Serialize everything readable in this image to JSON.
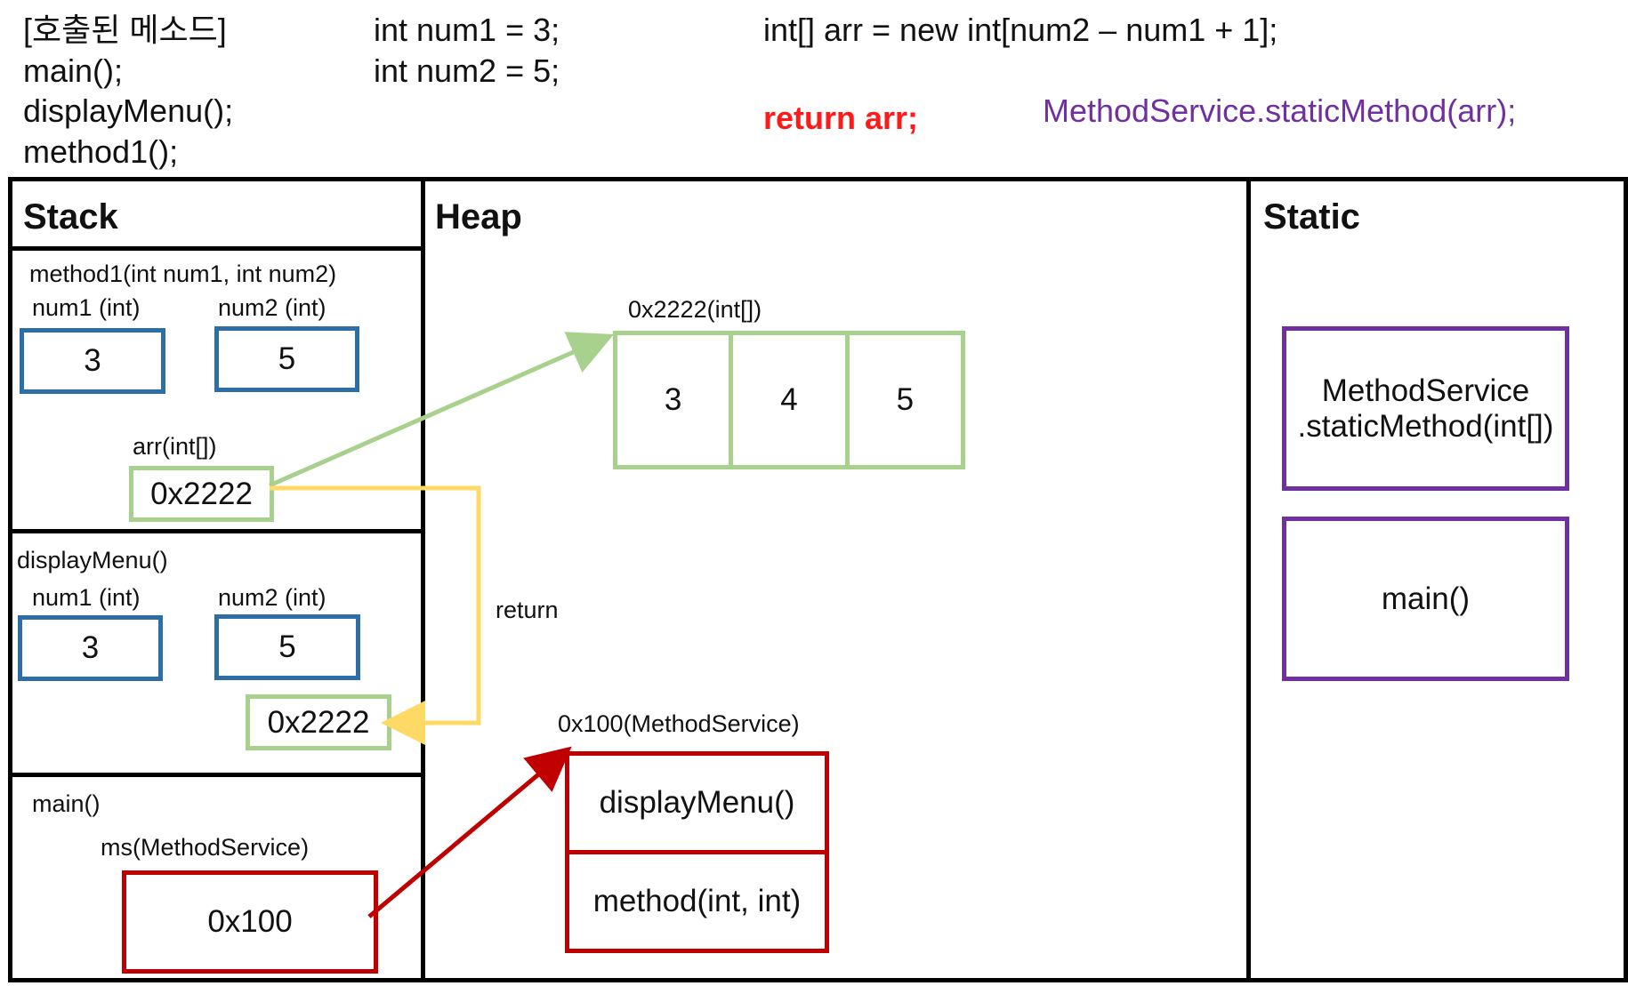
{
  "header": {
    "col1": [
      "[호출된 메소드]",
      "main();",
      "displayMenu();",
      "method1();"
    ],
    "col2": [
      "int num1 = 3;",
      "int num2 = 5;"
    ],
    "array_decl": "int[] arr = new int[num2 – num1 + 1];",
    "return_stmt": "return arr;",
    "static_call": "MethodService.staticMethod(arr);"
  },
  "colors": {
    "primitive": "#2e6ea6",
    "reference": "#a9d18e",
    "object": "#c00000",
    "static": "#7030a0",
    "return_arrow": "#ffd966",
    "return_stmt": "#ff1a1a"
  },
  "stack": {
    "title": "Stack",
    "method1": {
      "signature": "method1(int num1, int num2)",
      "num1_label": "num1 (int)",
      "num1_value": "3",
      "num2_label": "num2 (int)",
      "num2_value": "5",
      "arr_label": "arr(int[])",
      "arr_value": "0x2222"
    },
    "displayMenu": {
      "signature": "displayMenu()",
      "num1_label": "num1 (int)",
      "num1_value": "3",
      "num2_label": "num2 (int)",
      "num2_value": "5",
      "ref_value": "0x2222"
    },
    "main": {
      "signature": "main()",
      "ms_label": "ms(MethodService)",
      "ms_value": "0x100"
    }
  },
  "heap": {
    "title": "Heap",
    "array": {
      "label": "0x2222(int[])",
      "cells": [
        "3",
        "4",
        "5"
      ]
    },
    "object": {
      "label": "0x100(MethodService)",
      "methods": [
        "displayMenu()",
        "method(int, int)"
      ]
    },
    "return_label": "return"
  },
  "static": {
    "title": "Static",
    "static_method": [
      ".staticMethod(int[])",
      "MethodService"
    ],
    "main": "main()"
  }
}
